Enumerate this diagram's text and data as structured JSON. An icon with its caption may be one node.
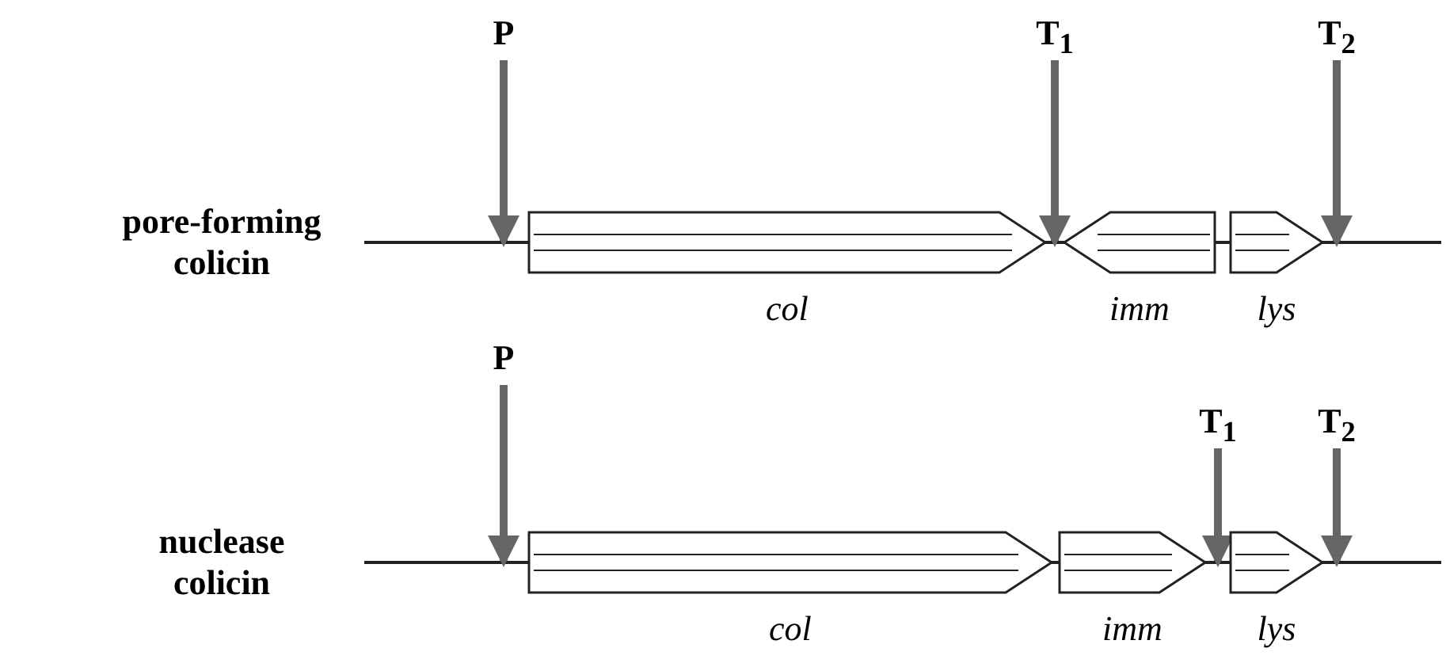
{
  "diagram": {
    "nodes": [
      {
        "text": [
          "P"
        ]
      },
      {
        "text": [
          "T$_{1}$"
        ]
      },
      {
        "text": [
          "T$_{2}$"
        ]
      },
      {
        "text": [],
        "shape": "line"
      },
      {
        "text": [
          "col"
        ]
      },
      {
        "text": [
          "imm"
        ]
      },
      {
        "text": [
          "lys"
        ]
      },
      {
        "text": [
          "P"
        ]
      },
      {
        "text": [
          "T$_{1}$"
        ]
      },
      {
        "text": [
          "T$_{2}$"
        ]
      },
      {
        "text": [],
        "shape": "line"
      },
      {
        "text": [
          "col"
        ]
      },
      {
        "text": [
          "imm"
        ]
      },
      {
        "text": [
          "lys"
        ]
      }
    ],
    "edges": [
      {
        "from": 0,
        "to": 3,
        "arrow": "to"
      },
      {
        "from": 1,
        "to": 3,
        "arrow": "to"
      },
      {
        "from": 2,
        "to": 3,
        "arrow": "to"
      },
      {
        "from": 7,
        "to": 10,
        "arrow": "to"
      },
      {
        "from": 8,
        "to": 10,
        "arrow": "to"
      },
      {
        "from": 9,
        "to": 10,
        "arrow": "to"
      }
    ],
    "labels": [
      "pore-forming colicin",
      "nuclease colicin"
    ]
  }
}
